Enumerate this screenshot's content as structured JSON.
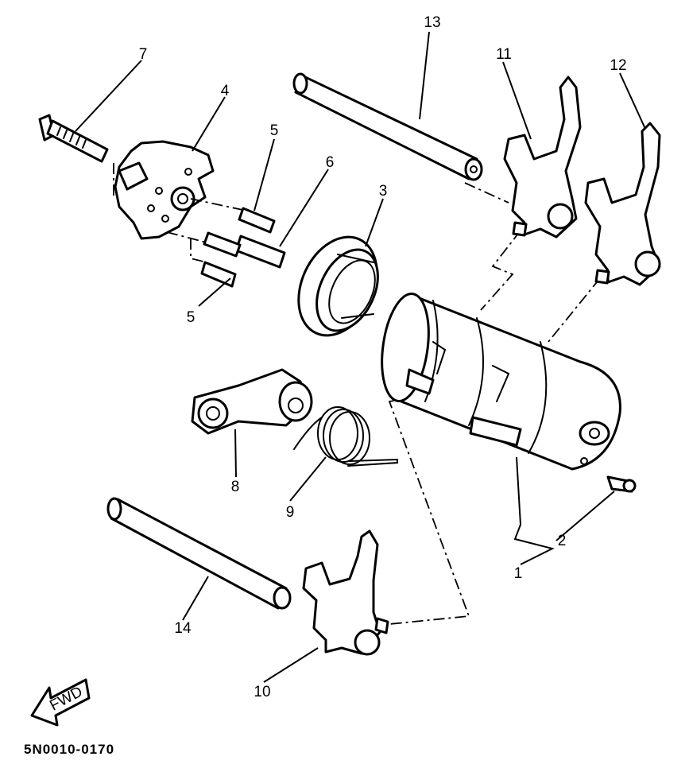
{
  "callouts": {
    "c1": "1",
    "c2": "2",
    "c3": "3",
    "c4": "4",
    "c5a": "5",
    "c5b": "5",
    "c6": "6",
    "c7": "7",
    "c8": "8",
    "c9": "9",
    "c10": "10",
    "c11": "11",
    "c12": "12",
    "c13": "13",
    "c14": "14"
  },
  "fwd_label": "FWD",
  "diagram_code": "5N0010-0170"
}
